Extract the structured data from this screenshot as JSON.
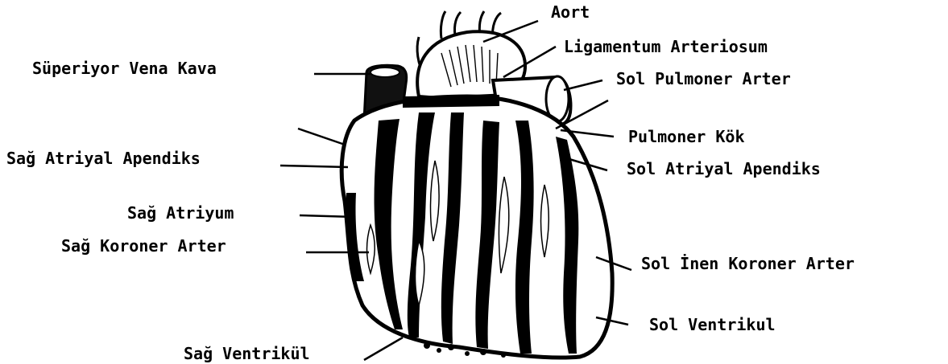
{
  "labels": {
    "aort": "Aort",
    "ligamentum": "Ligamentum Arteriosum",
    "sol_pulmoner_arter": "Sol Pulmoner Arter",
    "superiyor_vena_kava": "Süperiyor Vena Kava",
    "pulmoner_kok": "Pulmoner Kök",
    "sag_atriyal_apendiks": "Sağ Atriyal Apendiks",
    "sol_atriyal_apendiks": "Sol Atriyal Apendiks",
    "sag_atriyum": "Sağ Atriyum",
    "sag_koroner_arter": "Sağ Koroner Arter",
    "sol_inen_koroner_arter": "Sol İnen Koroner Arter",
    "sol_ventrikul": "Sol Ventrikul",
    "sag_ventrikul": "Sağ Ventrikül"
  }
}
